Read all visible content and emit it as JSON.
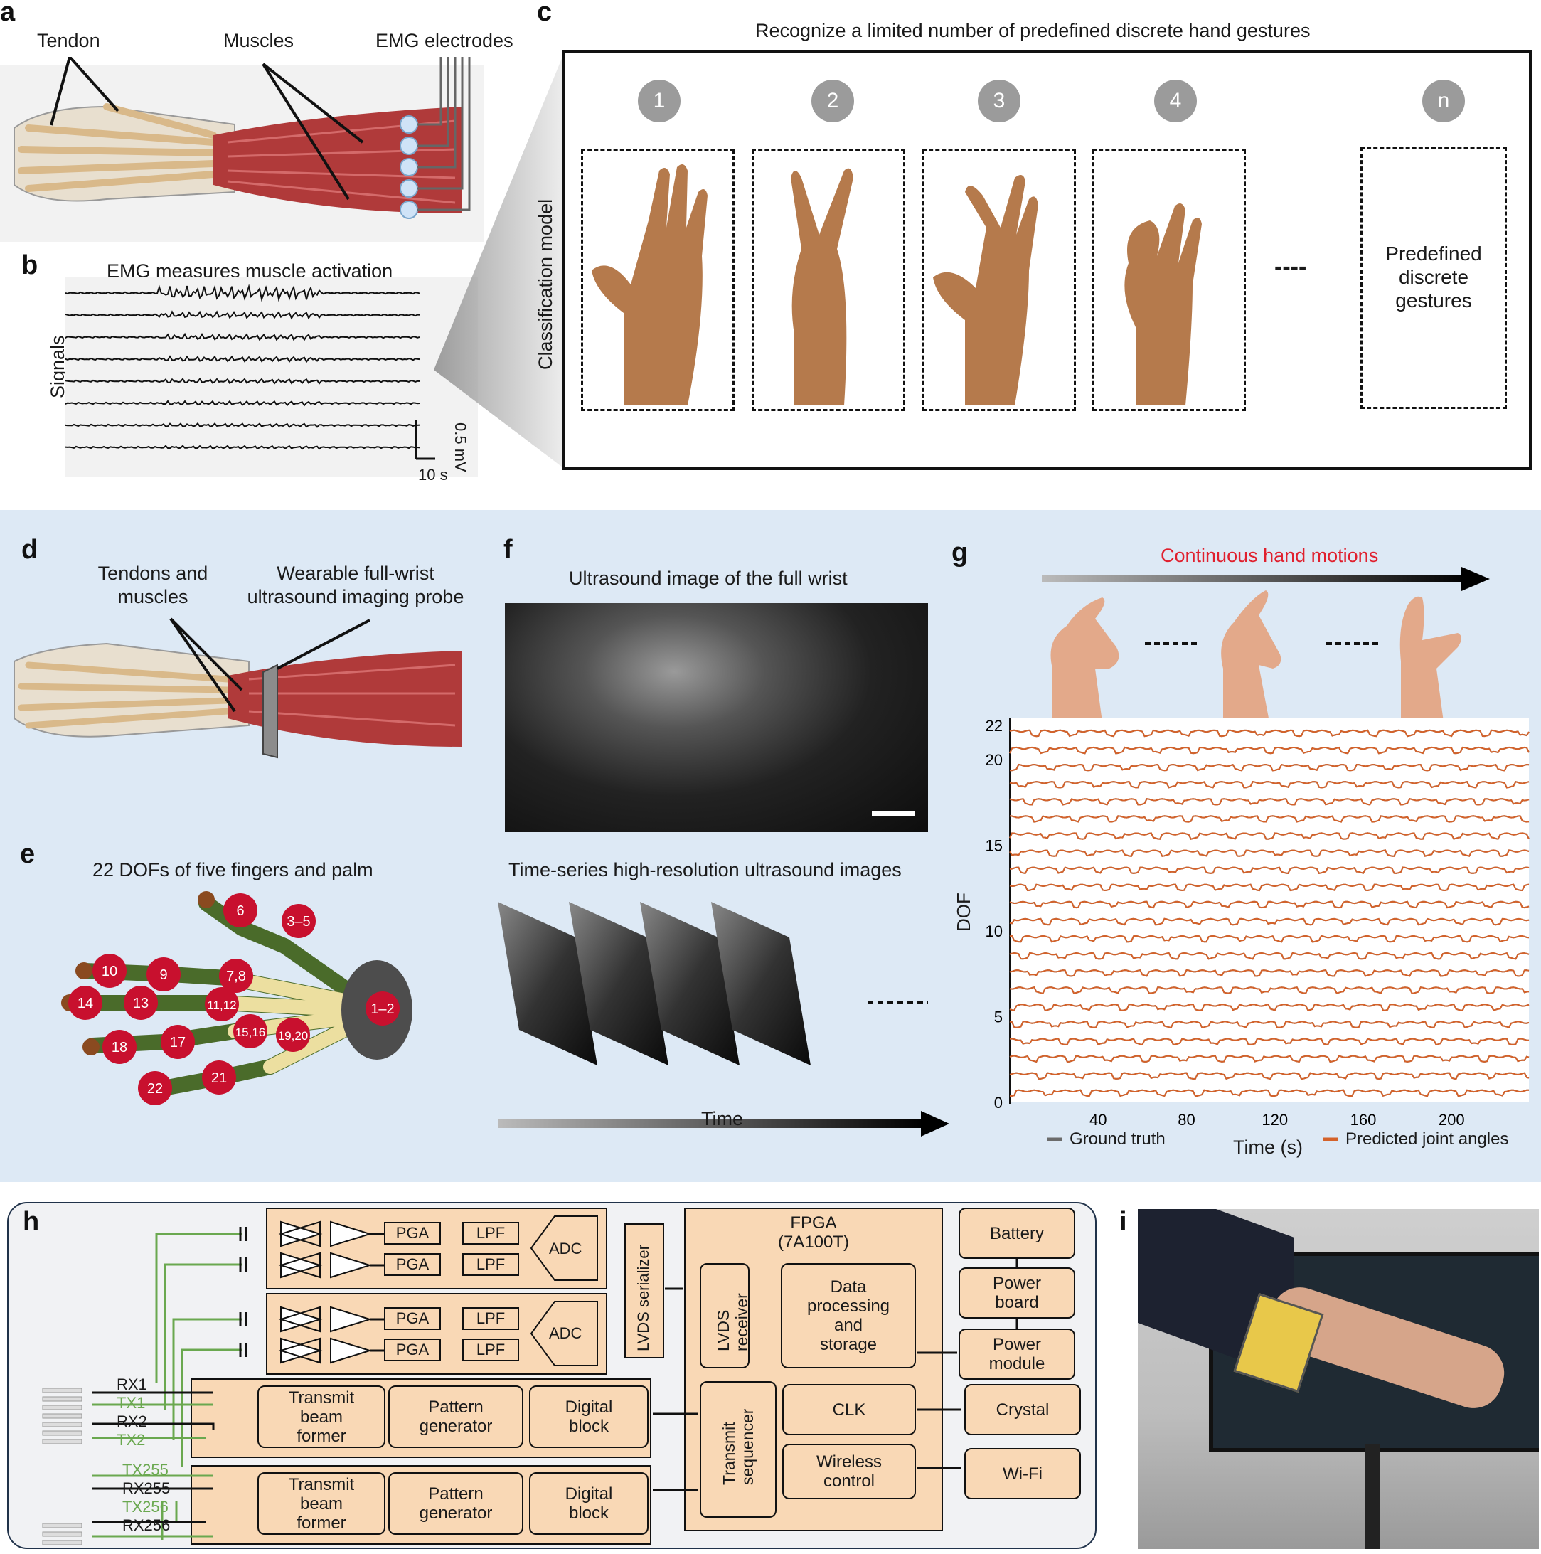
{
  "panels": {
    "a": {
      "label": "a",
      "tendon": "Tendon",
      "muscles": "Muscles",
      "electrodes": "EMG electrodes"
    },
    "b": {
      "label": "b",
      "title": "EMG measures muscle activation",
      "ylabel": "Signals",
      "scale_v": "0.5 mV",
      "scale_t": "10 s"
    },
    "c": {
      "label": "c",
      "title": "Recognize a limited number of predefined discrete hand gestures",
      "model": "Classification model",
      "gestures": [
        "1",
        "2",
        "3",
        "4",
        "n"
      ],
      "ellipsis": "----",
      "predefined": [
        "Predefined",
        "discrete",
        "gestures"
      ]
    },
    "d": {
      "label": "d",
      "tendons": [
        "Tendons and",
        "muscles"
      ],
      "probe": [
        "Wearable full-wrist",
        "ultrasound imaging probe"
      ]
    },
    "e": {
      "label": "e",
      "title": "22 DOFs of five fingers and palm",
      "joints": [
        "6",
        "3–5",
        "10",
        "9",
        "7,8",
        "14",
        "13",
        "11,12",
        "1–2",
        "18",
        "17",
        "15,16",
        "19,20",
        "22",
        "21"
      ]
    },
    "f": {
      "label": "f",
      "title": "Ultrasound image of the full wrist",
      "series_title": "Time-series high-resolution ultrasound images",
      "time": "Time"
    },
    "g": {
      "label": "g",
      "title": "Continuous hand motions",
      "ylabel": "DOF",
      "xlabel": "Time (s)",
      "legend_truth": "Ground truth",
      "legend_pred": "Predicted joint angles"
    },
    "h": {
      "label": "h",
      "pga": "PGA",
      "lpf": "LPF",
      "adc": "ADC",
      "serializer": "LVDS serializer",
      "fpga": [
        "FPGA",
        "(7A100T)"
      ],
      "lvds_receiver": [
        "LVDS",
        "receiver"
      ],
      "data_proc": [
        "Data",
        "processing",
        "and",
        "storage"
      ],
      "tx_seq": [
        "Transmit",
        "sequencer"
      ],
      "clk": "CLK",
      "wireless": [
        "Wireless",
        "control"
      ],
      "battery": "Battery",
      "power_board": [
        "Power",
        "board"
      ],
      "power_module": [
        "Power",
        "module"
      ],
      "crystal": "Crystal",
      "wifi": "Wi-Fi",
      "tbf": [
        "Transmit",
        "beam",
        "former"
      ],
      "pattern": [
        "Pattern",
        "generator"
      ],
      "digital": [
        "Digital",
        "block"
      ],
      "ch_top": [
        "RX1",
        "TX1",
        "RX2",
        "TX2"
      ],
      "ch_bot": [
        "TX255",
        "RX255",
        "TX256",
        "RX256"
      ]
    },
    "i": {
      "label": "i"
    }
  },
  "chart_data": {
    "type": "line",
    "title": "",
    "xlabel": "Time (s)",
    "ylabel": "DOF",
    "xlim": [
      0,
      235
    ],
    "ylim": [
      0,
      22
    ],
    "x_ticks": [
      40,
      80,
      120,
      160,
      200
    ],
    "y_ticks": [
      0,
      5,
      10,
      15,
      20,
      22
    ],
    "series": [
      {
        "name": "Ground truth",
        "dof_count": 22
      },
      {
        "name": "Predicted joint angles",
        "dof_count": 22
      }
    ]
  },
  "colors": {
    "pred": "#d4622a",
    "truth": "#6b6b6b",
    "accent_red": "#e0202e",
    "box_fill": "#f9d8b5",
    "green_wire": "#6aa84f",
    "joint": "#c8102e"
  }
}
